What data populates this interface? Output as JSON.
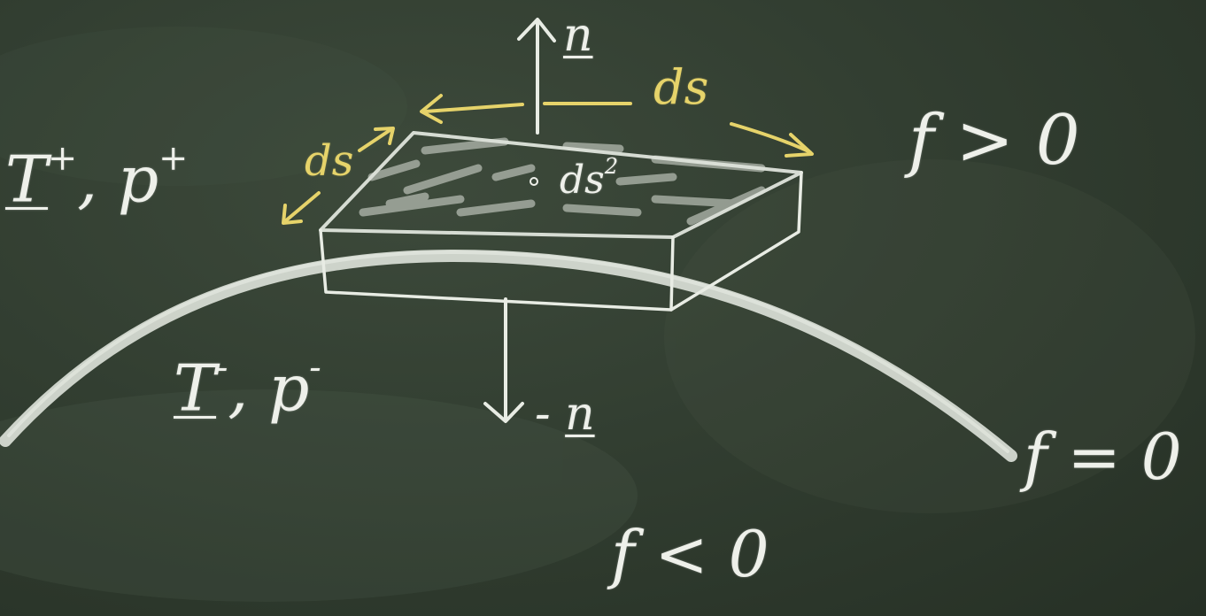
{
  "region_upper": {
    "stress": "T",
    "stress_sup": "+",
    "pressure": "p",
    "pressure_sup": "+"
  },
  "region_lower": {
    "stress": "T",
    "stress_sup": "-",
    "pressure": "p",
    "pressure_sup": "-"
  },
  "normal_up": "n",
  "normal_down_sign": "-",
  "normal_down": "n",
  "ds_left": "ds",
  "ds_right": "ds",
  "ds_squared": {
    "base": "ds",
    "exp": "2"
  },
  "f_positive": "f > 0",
  "f_zero": "f = 0",
  "f_negative": "f < 0",
  "colors": {
    "board": "#2f3a2e",
    "chalk": "#e8ece4",
    "yellow_chalk": "#e6d36a"
  }
}
